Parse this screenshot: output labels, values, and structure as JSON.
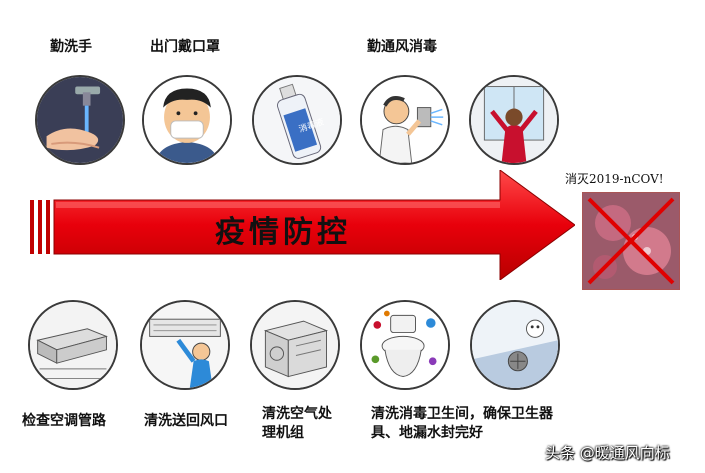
{
  "top_labels": {
    "handwash": "勤洗手",
    "mask": "出门戴口罩",
    "disinfect": "勤通风消毒"
  },
  "bottle_label": "消毒液",
  "banner_text": "疫情防控",
  "target_text": "消灭2019-nCOV!",
  "bottom_labels": {
    "duct": "检查空调管路",
    "vent": "清洗送回风口",
    "ahu": "清洗空气处理机组",
    "toilet": "清洗消毒卫生间，确保卫生器具、地漏水封完好"
  },
  "watermark": "头条 @暖通风向标",
  "colors": {
    "arrow": "#e8000b",
    "arrow_dark": "#9b0000",
    "cross": "#e00000"
  }
}
